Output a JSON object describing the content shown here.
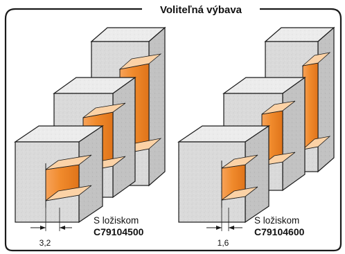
{
  "frame": {
    "title": "Voliteľná výbava"
  },
  "left_set": {
    "label": "S ložiskom",
    "code": "C79104500",
    "dimension": "3,2"
  },
  "right_set": {
    "label": "S ložiskom",
    "code": "C79104600",
    "dimension": "1,6"
  },
  "colors": {
    "frame": "#1a1a1a",
    "block_face": "#d9d9d9",
    "block_top": "#efefef",
    "block_side": "#bdbdbd",
    "groove": "#f08a2c",
    "groove_highlight": "#fbd2a6",
    "outline": "#1a1a1a"
  }
}
